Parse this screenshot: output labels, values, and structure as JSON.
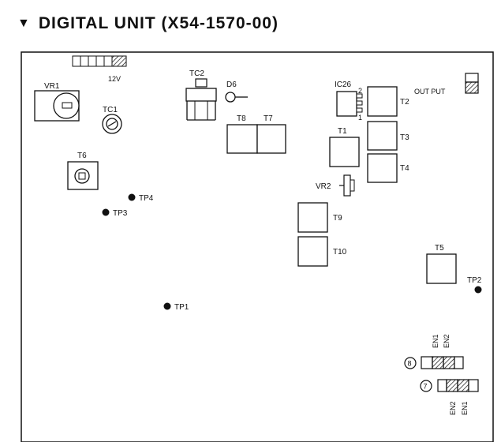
{
  "title": "DIGITAL UNIT (X54-1570-00)",
  "components": {
    "vr1": "VR1",
    "tc1": "TC1",
    "t6": "T6",
    "v12": "12V",
    "tc2": "TC2",
    "d6": "D6",
    "t8": "T8",
    "t7": "T7",
    "ic26": "IC26",
    "ic26_pin2": "2",
    "ic26_pin1": "1",
    "output": "OUT PUT",
    "t2": "T2",
    "t3": "T3",
    "t4": "T4",
    "t1": "T1",
    "vr2": "VR2",
    "t9": "T9",
    "t10": "T10",
    "t5": "T5",
    "tp1": "TP1",
    "tp2": "TP2",
    "tp3": "TP3",
    "tp4": "TP4",
    "en1_top": "EN1",
    "en2_top": "EN2",
    "en2_bot": "EN2",
    "en1_bot": "EN1",
    "conn8": "8",
    "conn7": "7"
  }
}
